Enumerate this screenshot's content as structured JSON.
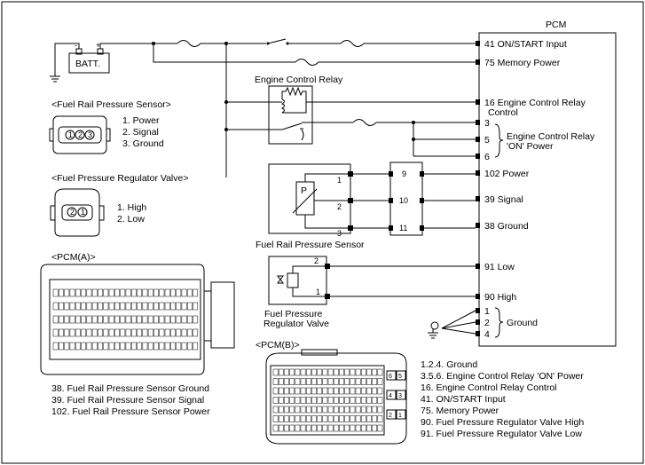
{
  "pcm": {
    "title": "PCM",
    "pins": [
      {
        "id": "41",
        "label": "41 ON/START Input"
      },
      {
        "id": "75",
        "label": "75 Memory Power"
      },
      {
        "id": "16",
        "label": "16 Engine Control Relay",
        "label2": "Control"
      },
      {
        "id": "3",
        "label": "3"
      },
      {
        "id": "5",
        "label": "5"
      },
      {
        "id": "6",
        "label": "6"
      },
      {
        "id": "102",
        "label": "102 Power"
      },
      {
        "id": "39",
        "label": "39 Signal"
      },
      {
        "id": "38",
        "label": "38 Ground"
      },
      {
        "id": "91",
        "label": "91 Low"
      },
      {
        "id": "90",
        "label": "90 High"
      },
      {
        "id": "1",
        "label": "1"
      },
      {
        "id": "2",
        "label": "2"
      },
      {
        "id": "4",
        "label": "4"
      }
    ],
    "relay_on_power_label": "Engine Control Relay",
    "relay_on_power_label2": "'ON' Power",
    "ground_label": "Ground"
  },
  "battery": {
    "label": "BATT.",
    "neg": "-",
    "pos": "+"
  },
  "relay": {
    "label": "Engine Control Relay"
  },
  "fuel_rail_sensor": {
    "title": "<Fuel Rail Pressure Sensor>",
    "pins": [
      "1",
      "2",
      "3"
    ],
    "legend": [
      "1. Power",
      "2. Signal",
      "3. Ground"
    ],
    "component_label": "Fuel Rail Pressure Sensor",
    "symbol": "P"
  },
  "intermediate_connector": {
    "pins": [
      "9",
      "10",
      "11"
    ]
  },
  "regulator_valve": {
    "title": "<Fuel Pressure Regulator Valve>",
    "legend": [
      "1. High",
      "2. Low"
    ],
    "pins": [
      "2",
      "1"
    ],
    "component_label": "Fuel Pressure",
    "component_label2": "Regulator Valve"
  },
  "pcm_a": {
    "title": "<PCM(A)>",
    "legend": [
      "38. Fuel Rail Pressure Sensor Ground",
      "39. Fuel Rail Pressure Sensor Signal",
      "102. Fuel Rail Pressure Sensor Power"
    ]
  },
  "pcm_b": {
    "title": "<PCM(B)>",
    "legend": [
      "1.2.4. Ground",
      "3.5.6. Engine Control Relay 'ON' Power",
      "16. Engine Control Relay Control",
      "41. ON/START Input",
      "75. Memory Power",
      "90. Fuel Pressure Regulator Valve High",
      "91. Fuel Pressure Regulator Valve Low"
    ],
    "side_pins": [
      "6",
      "5",
      "4",
      "3",
      "2",
      "1"
    ]
  }
}
